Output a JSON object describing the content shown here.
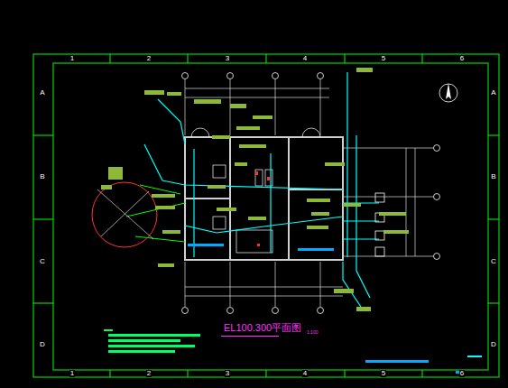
{
  "diagram": {
    "title": "EL100.300平面图",
    "labels": [
      "1",
      "2",
      "3",
      "4",
      "5",
      "6",
      "1",
      "2",
      "3",
      "4",
      "5",
      "6",
      "A",
      "B",
      "C",
      "D",
      "A",
      "B",
      "C",
      "D",
      "1:100"
    ]
  }
}
